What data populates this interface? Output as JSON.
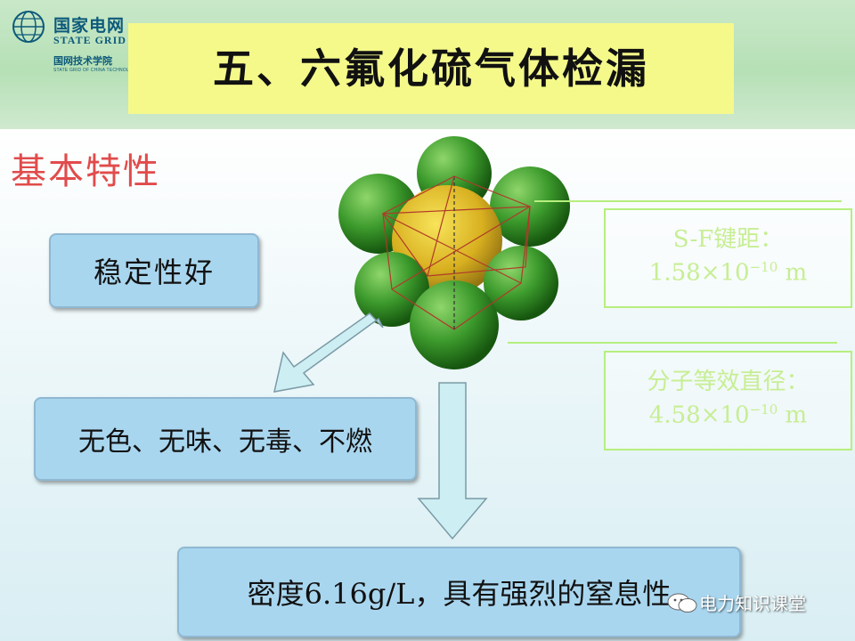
{
  "header": {
    "logo_cn": "国家电网",
    "logo_en": "STATE GRID",
    "college_cn": "国网技术学院",
    "college_en": "STATE GRID OF CHINA TECHNOLOGY COLLEGE",
    "title": "五、六氟化硫气体检漏"
  },
  "section_heading": "基本特性",
  "boxes": {
    "stability": "稳定性好",
    "properties": "无色、无味、无毒、不燃",
    "density": "密度6.16g/L，具有强烈的窒息性"
  },
  "info": {
    "bond_label": "S-F键距：",
    "bond_value": "1.58×10",
    "bond_exp": "−10",
    "bond_unit": " m",
    "diameter_label": "分子等效直径：",
    "diameter_value": "4.58×10",
    "diameter_exp": "−10",
    "diameter_unit": " m"
  },
  "watermark": "电力知识课堂",
  "colors": {
    "heading": "#e14b4b",
    "box_fill": "#a9d6ef",
    "info_text": "#c7ee93",
    "title_fill": "#f4f98a",
    "fluorine": "#3c9a2c",
    "sulfur": "#d8b020"
  }
}
